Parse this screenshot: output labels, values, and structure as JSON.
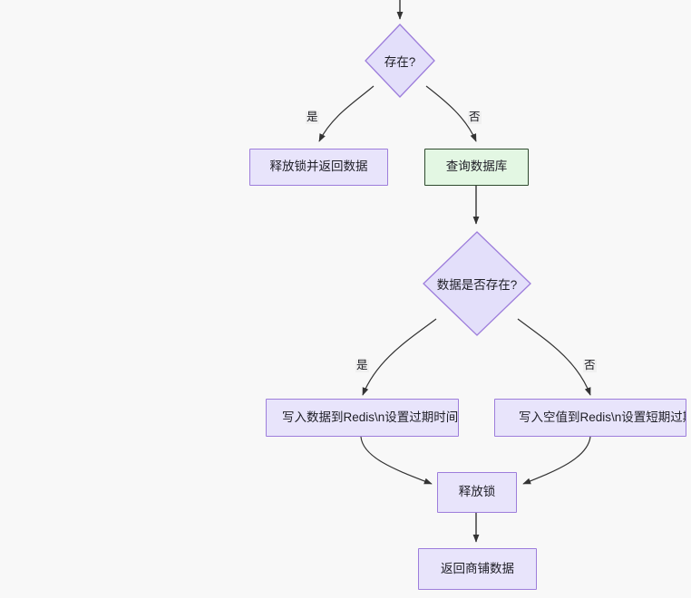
{
  "diagram": {
    "type": "flowchart",
    "direction": "top-down",
    "background_color": "#f8f8f8",
    "theme": {
      "node_fill": "#e8e4fb",
      "node_stroke": "#9d7ddb",
      "highlight_fill": "#e3f7e3",
      "highlight_stroke": "#2e4a2e",
      "edge_stroke": "#333333",
      "text_color": "#202028",
      "edge_label_bg": "#f0f0f0"
    },
    "nodes": [
      {
        "id": "exists",
        "shape": "diamond",
        "label": "存在?",
        "style": "purple"
      },
      {
        "id": "release_return",
        "shape": "rect",
        "label": "释放锁并返回数据",
        "style": "purple"
      },
      {
        "id": "query_db",
        "shape": "rect",
        "label": "查询数据库",
        "style": "green"
      },
      {
        "id": "data_exists",
        "shape": "diamond",
        "label": "数据是否存在?",
        "style": "purple"
      },
      {
        "id": "write_data_redis",
        "shape": "rect",
        "label": "写入数据到Redis\\n设置过期时间",
        "style": "purple",
        "clipped": true
      },
      {
        "id": "write_null_redis",
        "shape": "rect",
        "label": "写入空值到Redis\\n设置短期过期",
        "style": "purple",
        "clipped": true
      },
      {
        "id": "release_lock",
        "shape": "rect",
        "label": "释放锁",
        "style": "purple"
      },
      {
        "id": "return_shop",
        "shape": "rect",
        "label": "返回商铺数据",
        "style": "purple"
      }
    ],
    "edges": [
      {
        "id": "e-in-exists",
        "from": "",
        "to": "exists",
        "label": ""
      },
      {
        "id": "e-exists-yes",
        "from": "exists",
        "to": "release_return",
        "label": "是"
      },
      {
        "id": "e-exists-no",
        "from": "exists",
        "to": "query_db",
        "label": "否"
      },
      {
        "id": "e-query-data",
        "from": "query_db",
        "to": "data_exists",
        "label": ""
      },
      {
        "id": "e-data-yes",
        "from": "data_exists",
        "to": "write_data_redis",
        "label": "是"
      },
      {
        "id": "e-data-no",
        "from": "data_exists",
        "to": "write_null_redis",
        "label": "否"
      },
      {
        "id": "e-data-release",
        "from": "write_data_redis",
        "to": "release_lock",
        "label": ""
      },
      {
        "id": "e-null-release",
        "from": "write_null_redis",
        "to": "release_lock",
        "label": ""
      },
      {
        "id": "e-release-return",
        "from": "release_lock",
        "to": "return_shop",
        "label": ""
      }
    ]
  }
}
